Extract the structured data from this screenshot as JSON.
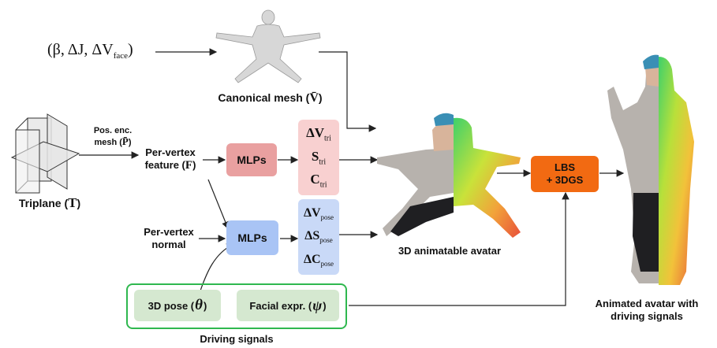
{
  "inputs": {
    "shape_params": "(β, ΔJ, ΔV",
    "shape_params_sub": "face",
    "shape_params_close": ")",
    "triplane_label": "Triplane (",
    "triplane_sym": "T",
    "triplane_close": ")",
    "pos_enc_line1": "Pos. enc.",
    "pos_enc_line2": "mesh (",
    "pos_enc_sym": "P̄",
    "pos_enc_close": ")"
  },
  "canonical": {
    "label": "Canonical mesh (",
    "sym": "V̄",
    "close": ")"
  },
  "features": {
    "per_vertex_feature_line1": "Per-vertex",
    "per_vertex_feature_line2": "feature (",
    "per_vertex_feature_sym": "F",
    "per_vertex_feature_close": ")",
    "per_vertex_normal_line1": "Per-vertex",
    "per_vertex_normal_line2": "normal"
  },
  "mlps": {
    "top_label": "MLPs",
    "bottom_label": "MLPs",
    "top_color": "#e9a0a0",
    "bottom_color": "#a9c4f5"
  },
  "outputs_tri": {
    "items": [
      {
        "sym": "ΔV",
        "sub": "tri"
      },
      {
        "sym": "S",
        "sub": "tri"
      },
      {
        "sym": "C",
        "sub": "tri"
      }
    ],
    "color": "#f8d0d0"
  },
  "outputs_pose": {
    "items": [
      {
        "sym": "ΔV",
        "sub": "pose"
      },
      {
        "sym": "ΔS",
        "sub": "pose"
      },
      {
        "sym": "ΔC",
        "sub": "pose"
      }
    ],
    "color": "#c9d9f7"
  },
  "avatar": {
    "label": "3D animatable avatar"
  },
  "lbs": {
    "line1": "LBS",
    "line2": "+ 3DGS",
    "color": "#f26a12"
  },
  "animated": {
    "line1": "Animated avatar with",
    "line2": "driving signals"
  },
  "driving": {
    "label": "Driving signals",
    "pose_label": "3D pose (",
    "pose_sym": "θ",
    "pose_close": ")",
    "facial_label": "Facial expr. (",
    "facial_sym": "ψ",
    "facial_close": ")",
    "border_color": "#2fb84f",
    "fill_color": "#d5e8d0"
  }
}
